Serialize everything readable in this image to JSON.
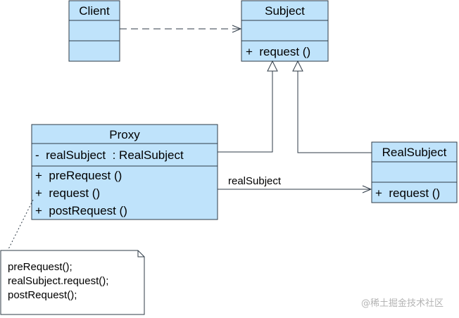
{
  "classes": {
    "client": {
      "name": "Client"
    },
    "subject": {
      "name": "Subject",
      "operations": [
        "+  request ()"
      ]
    },
    "proxy": {
      "name": "Proxy",
      "attributes": [
        "-  realSubject  : RealSubject"
      ],
      "operations": [
        "+  preRequest ()",
        "+  request ()",
        "+  postRequest ()"
      ]
    },
    "real_subject": {
      "name": "RealSubject",
      "operations": [
        "+  request ()"
      ]
    }
  },
  "associations": {
    "proxy_to_real_subject": {
      "label": "realSubject"
    }
  },
  "note": {
    "lines": [
      "preRequest();",
      "realSubject.request();",
      "postRequest();"
    ]
  },
  "watermark": "@稀土掘金技术社区"
}
